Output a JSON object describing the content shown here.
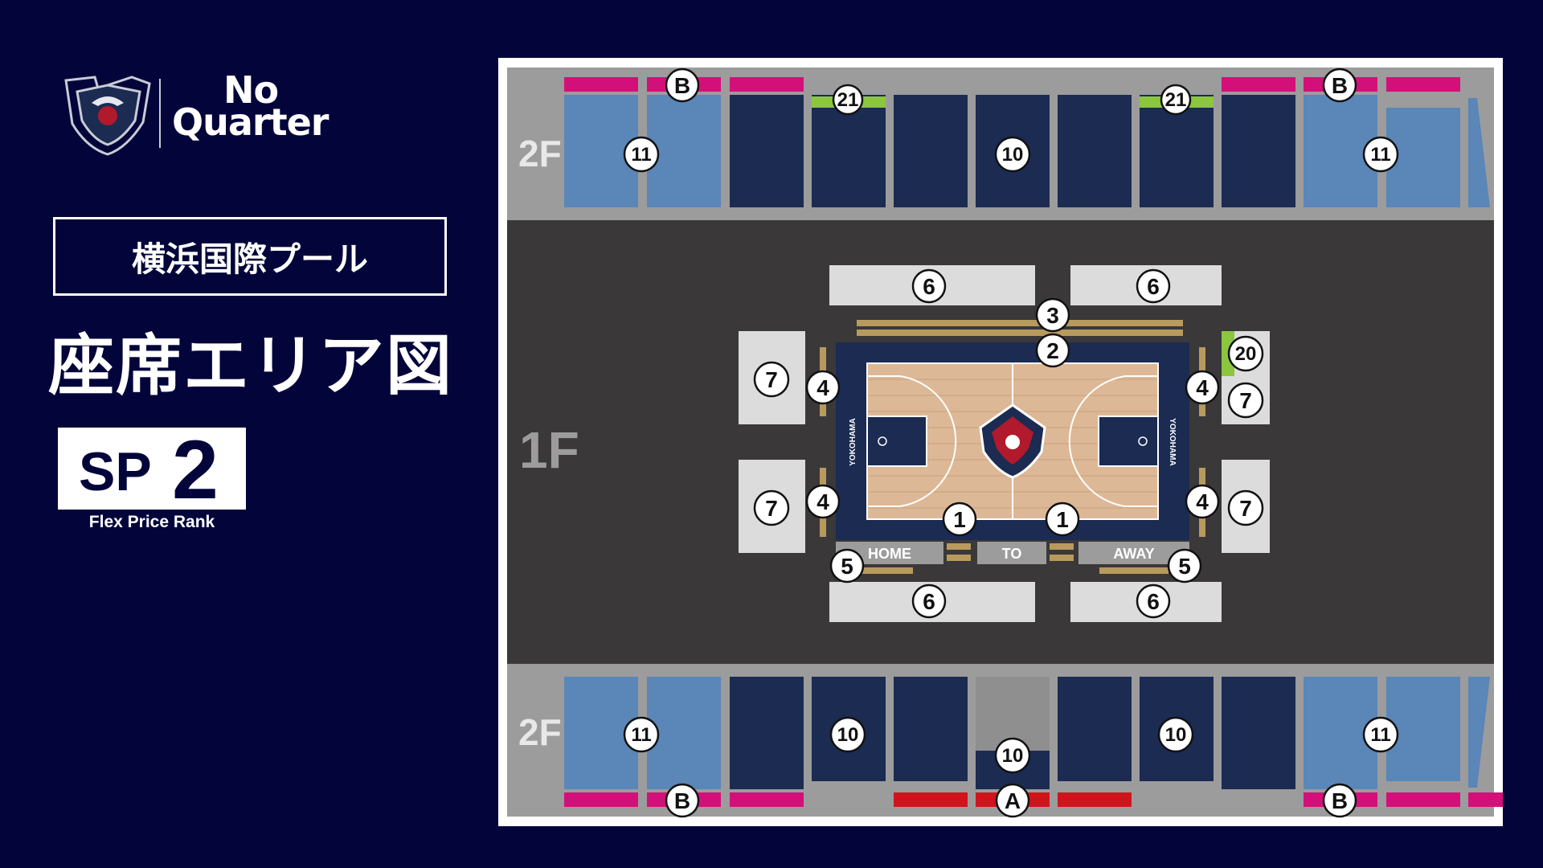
{
  "header": {
    "brand_line1": "No",
    "brand_line2": "Quarter",
    "venue": "横浜国際プール",
    "title": "座席エリア図"
  },
  "rank": {
    "prefix": "SP",
    "number": "2",
    "caption": "Flex Price Rank"
  },
  "map": {
    "floor_labels": {
      "upper_top": "2F",
      "main": "1F",
      "upper_bottom": "2F"
    },
    "court_labels": {
      "home": "HOME",
      "to": "TO",
      "away": "AWAY",
      "left_team": "YOKOHAMA",
      "right_team": "YOKOHAMA"
    },
    "markers": {
      "top_b_left": "B",
      "top_b_right": "B",
      "top_21_left": "21",
      "top_21_right": "21",
      "top_11_left": "11",
      "top_10": "10",
      "top_11_right": "11",
      "six_top_left": "6",
      "six_top_right": "6",
      "three": "3",
      "two": "2",
      "twenty": "20",
      "seven_ul": "7",
      "seven_ll": "7",
      "seven_ur": "7",
      "seven_lr": "7",
      "four_ul": "4",
      "four_ll": "4",
      "four_ur": "4",
      "four_lr": "4",
      "one_left": "1",
      "one_right": "1",
      "five_left": "5",
      "five_right": "5",
      "six_bottom_left": "6",
      "six_bottom_right": "6",
      "bot_11_left": "11",
      "bot_10_left": "10",
      "bot_10_center": "10",
      "bot_10_right": "10",
      "bot_11_right": "11",
      "bot_b_left": "B",
      "bot_a": "A",
      "bot_b_right": "B"
    },
    "colors": {
      "background": "#03053a",
      "floor": "#3a3839",
      "upper_floor": "#9c9c9c",
      "light_blue_section": "#5a86b8",
      "navy_section": "#1b2b52",
      "pink_seats": "#d3107a",
      "red_seats": "#d0141c",
      "green_seats": "#8cc63f",
      "gold_rows": "#b89a5e",
      "light_gray_block": "#dcdcdc"
    }
  }
}
